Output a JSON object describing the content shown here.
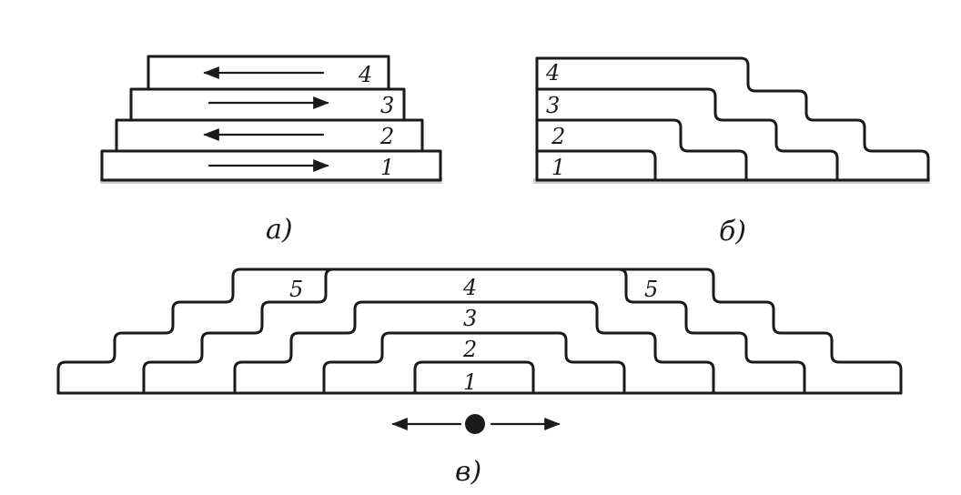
{
  "panel_a": {
    "caption": "а)",
    "layers": [
      {
        "label": "1",
        "direction": "right"
      },
      {
        "label": "2",
        "direction": "left"
      },
      {
        "label": "3",
        "direction": "right"
      },
      {
        "label": "4",
        "direction": "left"
      }
    ]
  },
  "panel_b": {
    "caption": "б)",
    "layers": [
      "1",
      "2",
      "3",
      "4"
    ]
  },
  "panel_c": {
    "caption": "в)",
    "layers": [
      "1",
      "2",
      "3",
      "4"
    ],
    "side_label_left": "5",
    "side_label_right": "5",
    "motion": "bidirectional"
  }
}
